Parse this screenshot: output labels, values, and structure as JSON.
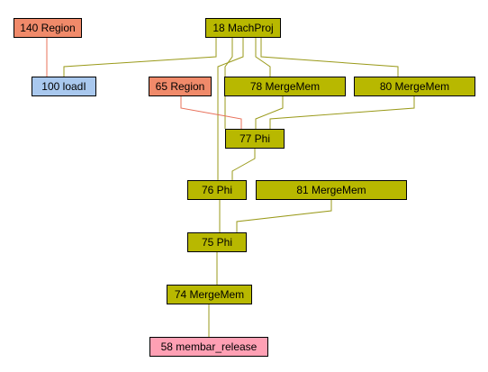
{
  "colors": {
    "region": "#f08a6a",
    "load": "#a9c8ee",
    "olive": "#b8b800",
    "membar": "#ffa0b4",
    "edge_olive": "#9a9a1a",
    "edge_red": "#e8705a"
  },
  "nodes": {
    "n140": {
      "label": "140 Region",
      "kind": "region"
    },
    "n18": {
      "label": "18 MachProj",
      "kind": "olive"
    },
    "n100": {
      "label": "100 loadI",
      "kind": "load"
    },
    "n65": {
      "label": "65 Region",
      "kind": "region"
    },
    "n78": {
      "label": "78 MergeMem",
      "kind": "olive"
    },
    "n80": {
      "label": "80 MergeMem",
      "kind": "olive"
    },
    "n77": {
      "label": "77 Phi",
      "kind": "olive"
    },
    "n76": {
      "label": "76 Phi",
      "kind": "olive"
    },
    "n81": {
      "label": "81 MergeMem",
      "kind": "olive"
    },
    "n75": {
      "label": "75 Phi",
      "kind": "olive"
    },
    "n74": {
      "label": "74 MergeMem",
      "kind": "olive"
    },
    "n58": {
      "label": "58 membar_release",
      "kind": "membar"
    }
  },
  "edges": [
    {
      "from": "n140",
      "to": "n100"
    },
    {
      "from": "n18",
      "to": "n100"
    },
    {
      "from": "n18",
      "to": "n78"
    },
    {
      "from": "n18",
      "to": "n80"
    },
    {
      "from": "n18",
      "to": "n77"
    },
    {
      "from": "n18",
      "to": "n76"
    },
    {
      "from": "n65",
      "to": "n77"
    },
    {
      "from": "n78",
      "to": "n77"
    },
    {
      "from": "n80",
      "to": "n77"
    },
    {
      "from": "n77",
      "to": "n76"
    },
    {
      "from": "n76",
      "to": "n75"
    },
    {
      "from": "n81",
      "to": "n75"
    },
    {
      "from": "n75",
      "to": "n74"
    },
    {
      "from": "n74",
      "to": "n58"
    }
  ]
}
